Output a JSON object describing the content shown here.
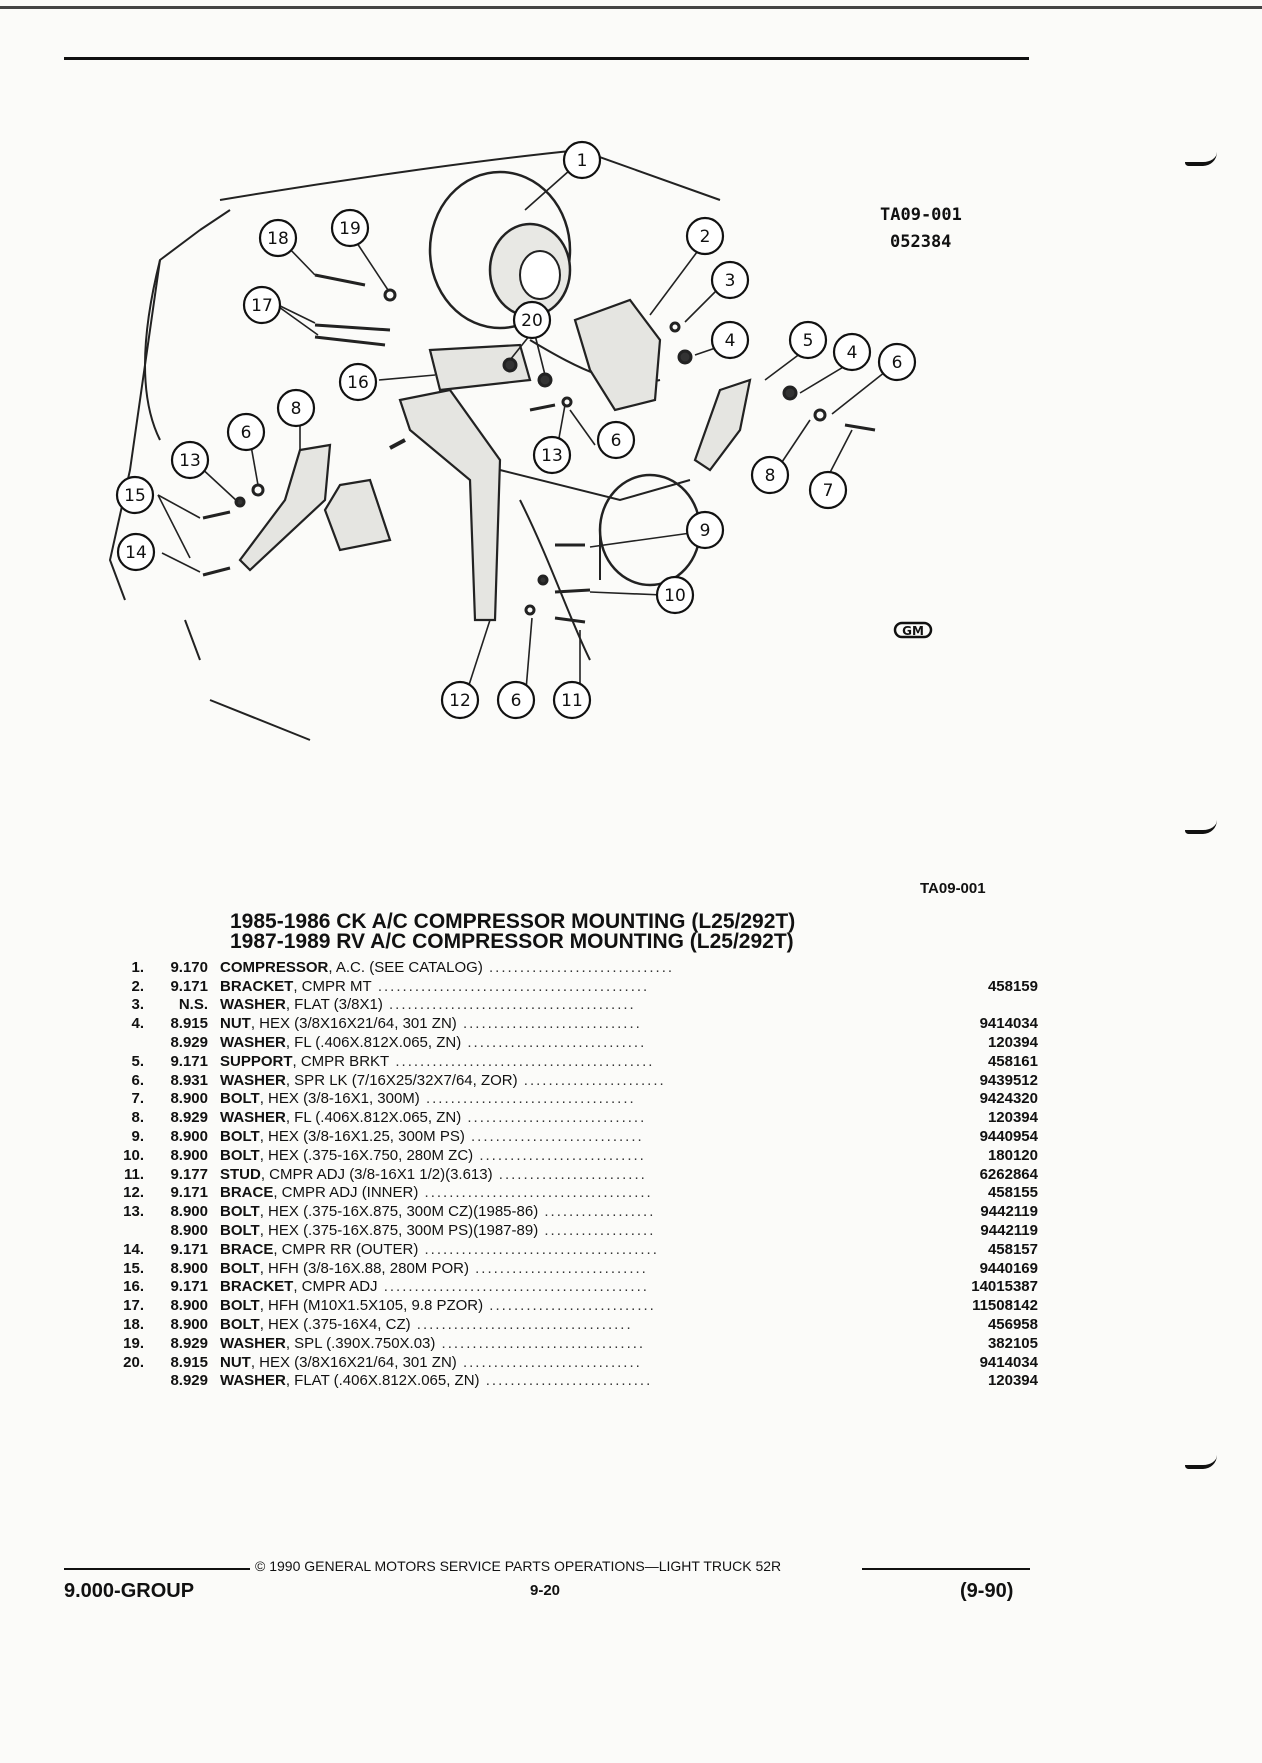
{
  "figure": {
    "code": "TA09-001",
    "number": "052384",
    "reference": "TA09-001",
    "callouts": [
      "1",
      "2",
      "3",
      "4",
      "5",
      "4",
      "6",
      "7",
      "8",
      "9",
      "10",
      "11",
      "12",
      "6",
      "13",
      "6",
      "15",
      "13",
      "6",
      "8",
      "14",
      "16",
      "17",
      "18",
      "19",
      "20"
    ],
    "logo": "GM"
  },
  "titles": [
    "1985-1986 CK A/C COMPRESSOR MOUNTING (L25/292T)",
    "1987-1989 RV A/C COMPRESSOR MOUNTING (L25/292T)"
  ],
  "parts": [
    {
      "no": "1.",
      "group": "9.170",
      "name": "COMPRESSOR",
      "spec": ", A.C. (SEE CATALOG)",
      "part": ""
    },
    {
      "no": "2.",
      "group": "9.171",
      "name": "BRACKET",
      "spec": ", CMPR MT",
      "part": "458159"
    },
    {
      "no": "3.",
      "group": "N.S.",
      "name": "WASHER",
      "spec": ", FLAT (3/8X1)",
      "part": ""
    },
    {
      "no": "4.",
      "group": "8.915",
      "name": "NUT",
      "spec": ", HEX (3/8X16X21/64, 301 ZN)",
      "part": "9414034"
    },
    {
      "no": "",
      "group": "8.929",
      "name": "WASHER",
      "spec": ", FL (.406X.812X.065, ZN)",
      "part": "120394"
    },
    {
      "no": "5.",
      "group": "9.171",
      "name": "SUPPORT",
      "spec": ", CMPR BRKT",
      "part": "458161"
    },
    {
      "no": "6.",
      "group": "8.931",
      "name": "WASHER",
      "spec": ", SPR LK (7/16X25/32X7/64, ZOR)",
      "part": "9439512"
    },
    {
      "no": "7.",
      "group": "8.900",
      "name": "BOLT",
      "spec": ", HEX (3/8-16X1, 300M)",
      "part": "9424320"
    },
    {
      "no": "8.",
      "group": "8.929",
      "name": "WASHER",
      "spec": ", FL (.406X.812X.065, ZN)",
      "part": "120394"
    },
    {
      "no": "9.",
      "group": "8.900",
      "name": "BOLT",
      "spec": ", HEX (3/8-16X1.25, 300M PS)",
      "part": "9440954"
    },
    {
      "no": "10.",
      "group": "8.900",
      "name": "BOLT",
      "spec": ", HEX (.375-16X.750, 280M ZC)",
      "part": "180120"
    },
    {
      "no": "11.",
      "group": "9.177",
      "name": "STUD",
      "spec": ", CMPR ADJ (3/8-16X1 1/2)(3.613)",
      "part": "6262864"
    },
    {
      "no": "12.",
      "group": "9.171",
      "name": "BRACE",
      "spec": ", CMPR ADJ (INNER)",
      "part": "458155"
    },
    {
      "no": "13.",
      "group": "8.900",
      "name": "BOLT",
      "spec": ", HEX (.375-16X.875, 300M CZ)(1985-86)",
      "part": "9442119"
    },
    {
      "no": "",
      "group": "8.900",
      "name": "BOLT",
      "spec": ", HEX (.375-16X.875, 300M PS)(1987-89)",
      "part": "9442119"
    },
    {
      "no": "14.",
      "group": "9.171",
      "name": "BRACE",
      "spec": ", CMPR RR (OUTER)",
      "part": "458157"
    },
    {
      "no": "15.",
      "group": "8.900",
      "name": "BOLT",
      "spec": ", HFH (3/8-16X.88, 280M POR)",
      "part": "9440169"
    },
    {
      "no": "16.",
      "group": "9.171",
      "name": "BRACKET",
      "spec": ", CMPR ADJ",
      "part": "14015387"
    },
    {
      "no": "17.",
      "group": "8.900",
      "name": "BOLT",
      "spec": ", HFH (M10X1.5X105, 9.8 PZOR)",
      "part": "11508142"
    },
    {
      "no": "18.",
      "group": "8.900",
      "name": "BOLT",
      "spec": ", HEX (.375-16X4, CZ)",
      "part": "456958"
    },
    {
      "no": "19.",
      "group": "8.929",
      "name": "WASHER",
      "spec": ", SPL (.390X.750X.03)",
      "part": "382105"
    },
    {
      "no": "20.",
      "group": "8.915",
      "name": "NUT",
      "spec": ", HEX (3/8X16X21/64, 301 ZN)",
      "part": "9414034"
    },
    {
      "no": "",
      "group": "8.929",
      "name": "WASHER",
      "spec": ", FLAT (.406X.812X.065, ZN)",
      "part": "120394"
    }
  ],
  "footer": {
    "copyright": "© 1990 GENERAL MOTORS SERVICE PARTS OPERATIONS—LIGHT TRUCK 52R",
    "group": "9.000-GROUP",
    "page": "9-20",
    "revision": "(9-90)"
  }
}
